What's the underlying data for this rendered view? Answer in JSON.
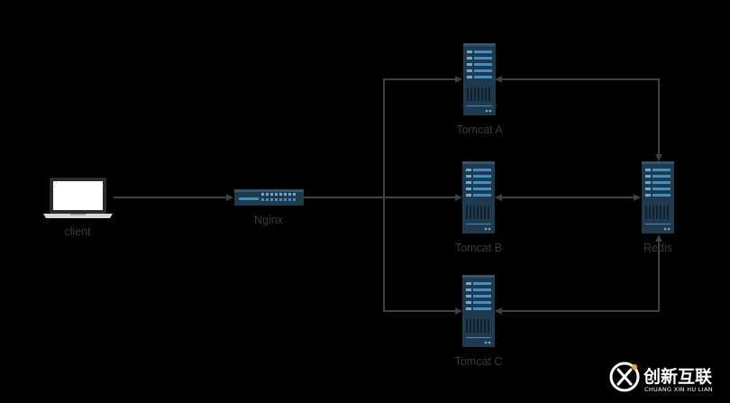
{
  "nodes": {
    "client": {
      "label": "client"
    },
    "nginx": {
      "label": "Nginx"
    },
    "tomcat_a": {
      "label": "Tomcat A"
    },
    "tomcat_b": {
      "label": "Tomcat B"
    },
    "tomcat_c": {
      "label": "Tomcat C"
    },
    "redis": {
      "label": "Redis"
    }
  },
  "edges": [
    {
      "from": "client",
      "to": "nginx"
    },
    {
      "from": "nginx",
      "to": "tomcat_a"
    },
    {
      "from": "nginx",
      "to": "tomcat_b"
    },
    {
      "from": "nginx",
      "to": "tomcat_c"
    },
    {
      "from": "tomcat_a",
      "to": "redis",
      "bidirectional": true
    },
    {
      "from": "tomcat_b",
      "to": "redis",
      "bidirectional": true
    },
    {
      "from": "tomcat_c",
      "to": "redis",
      "bidirectional": true
    }
  ],
  "watermark": {
    "text_cn": "创新互联",
    "text_en": "CHUANG XIN HU LIAN",
    "color": "#ffffff"
  },
  "colors": {
    "background": "#000000",
    "edge": "#404040",
    "label": "#3a3a3a",
    "server_body": "#1f3a4d",
    "server_accent": "#3f8fc4"
  }
}
